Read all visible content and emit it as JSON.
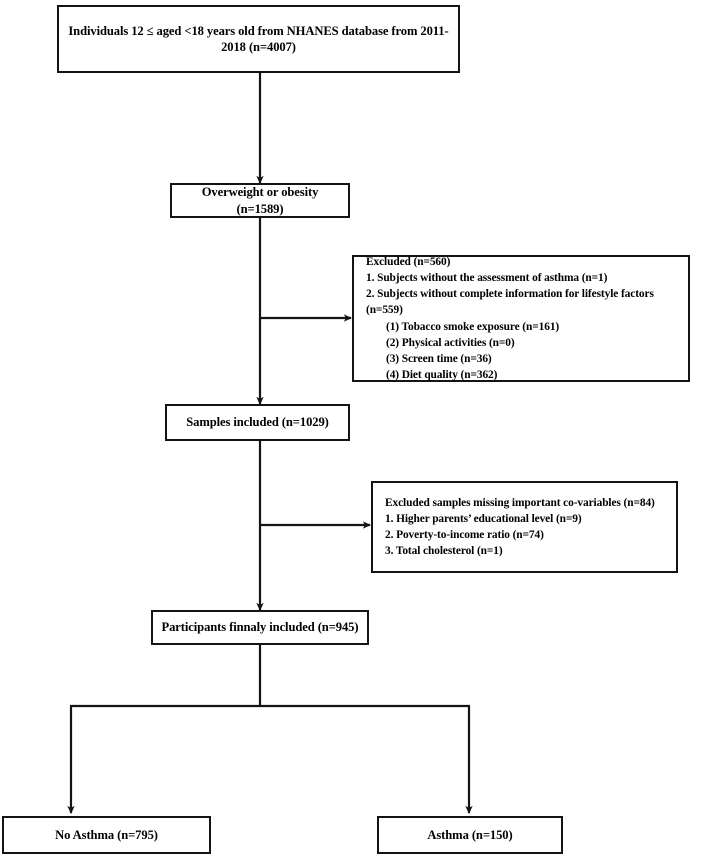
{
  "diagram": {
    "type": "flowchart",
    "title": "NHANES 2011-2018 adolescent asthma study participant flow",
    "line_color": "#141414",
    "background": "#ffffff"
  },
  "nodes": {
    "source_population": {
      "line1": "Individuals 12 ≤ aged <18 years old from NHANES database from 2011-2018",
      "line2": "(n=4007)"
    },
    "overweight_obesity": {
      "label": "Overweight or obesity (n=1589)"
    },
    "excluded_lifestyle": {
      "title": "Excluded (n=560)",
      "item1": "1. Subjects without the assessment of asthma (n=1)",
      "item2": "2. Subjects without complete information for lifestyle factors (n=559)",
      "sub1": "(1) Tobacco smoke exposure (n=161)",
      "sub2": "(2) Physical activities (n=0)",
      "sub3": "(3) Screen time (n=36)",
      "sub4": "(4) Diet quality (n=362)"
    },
    "samples_included": {
      "label": "Samples included (n=1029)"
    },
    "excluded_covariables": {
      "title": "Excluded samples missing important co-variables (n=84)",
      "item1": "1. Higher parents’ educational level (n=9)",
      "item2": "2. Poverty-to-income ratio (n=74)",
      "item3": "3. Total cholesterol (n=1)"
    },
    "participants_final": {
      "label": "Participants finnaly included (n=945)"
    },
    "outcome_no_asthma": {
      "label": "No Asthma (n=795)"
    },
    "outcome_asthma": {
      "label": "Asthma (n=150)"
    }
  },
  "chart_data": {
    "type": "flow",
    "title": "Participant selection flow",
    "steps": [
      {
        "stage": "Source population",
        "n": 4007
      },
      {
        "stage": "Overweight or obesity",
        "n": 1589
      },
      {
        "stage": "Samples included",
        "n": 1029
      },
      {
        "stage": "Participants finnaly included",
        "n": 945
      }
    ],
    "exclusions": [
      {
        "stage": "Excluded",
        "n": 560,
        "reasons": [
          {
            "label": "Subjects without the assessment of asthma",
            "n": 1
          },
          {
            "label": "Subjects without complete information for lifestyle factors",
            "n": 559,
            "sub": [
              {
                "label": "Tobacco smoke exposure",
                "n": 161
              },
              {
                "label": "Physical activities",
                "n": 0
              },
              {
                "label": "Screen time",
                "n": 36
              },
              {
                "label": "Diet quality",
                "n": 362
              }
            ]
          }
        ]
      },
      {
        "stage": "Excluded samples missing important co-variables",
        "n": 84,
        "reasons": [
          {
            "label": "Higher parents’ educational level",
            "n": 9
          },
          {
            "label": "Poverty-to-income ratio",
            "n": 74
          },
          {
            "label": "Total cholesterol",
            "n": 1
          }
        ]
      }
    ],
    "outcomes": [
      {
        "label": "No Asthma",
        "n": 795
      },
      {
        "label": "Asthma",
        "n": 150
      }
    ]
  }
}
